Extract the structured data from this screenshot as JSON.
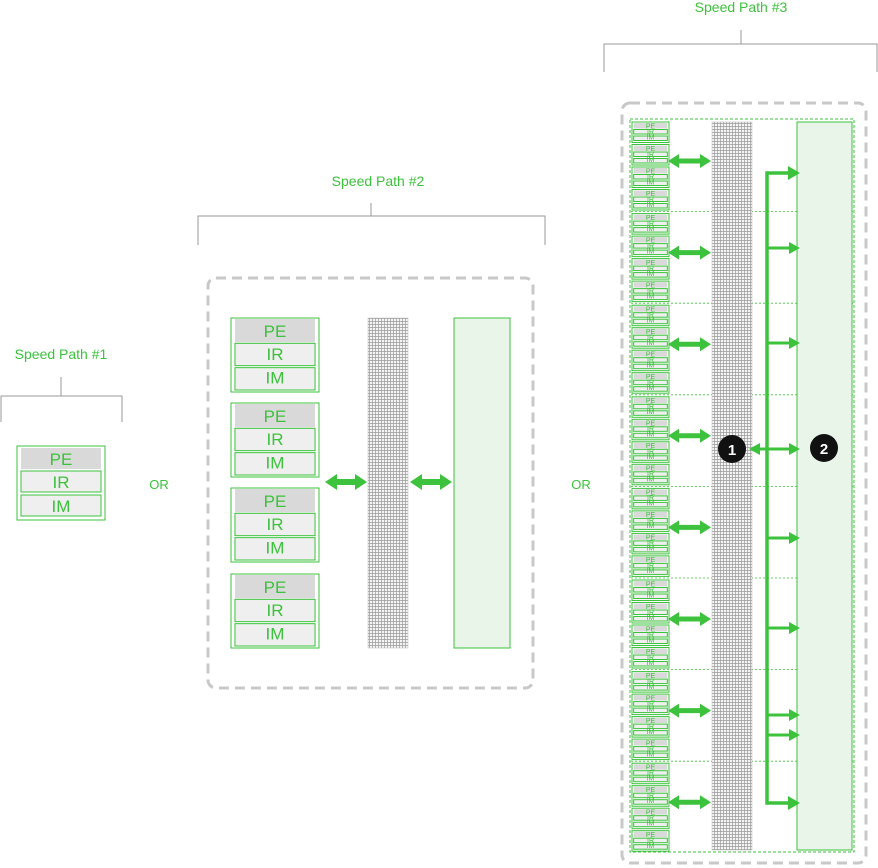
{
  "labels": {
    "speed_path_1": "Speed Path #1",
    "speed_path_2": "Speed Path #2",
    "speed_path_3": "Speed Path #3",
    "or_1": "OR",
    "or_2": "OR"
  },
  "block": {
    "pe": "PE",
    "ir": "IR",
    "im": "IM"
  },
  "markers": {
    "marker_1": "1",
    "marker_2": "2"
  },
  "colors": {
    "accent": "#3cc23c",
    "fill_light": "#e9f5e9",
    "header_fill": "#d9d9d9",
    "cell_fill": "#efefef",
    "dashed_border": "#c8c8c8",
    "bracket": "#999999",
    "marker_fill": "#111111"
  },
  "icons": {
    "double_arrow": "double-arrow-icon",
    "interconnect": "interconnect-fabric"
  }
}
